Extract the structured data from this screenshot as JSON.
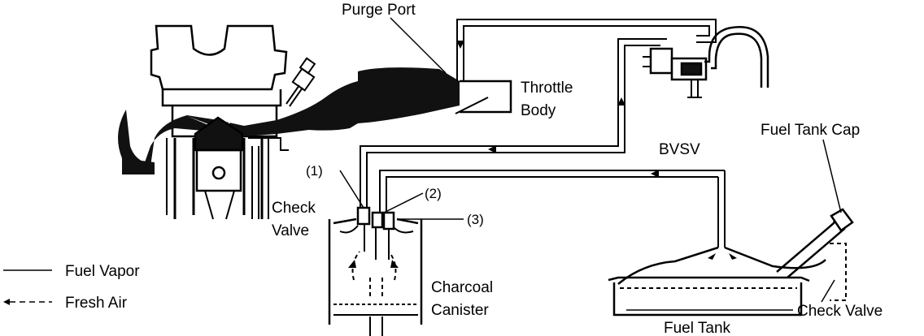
{
  "labels": {
    "purge_port": "Purge Port",
    "throttle_body_line1": "Throttle",
    "throttle_body_line2": "Body",
    "bvsv": "BVSV",
    "fuel_tank_cap": "Fuel Tank Cap",
    "port_1": "(1)",
    "port_2": "(2)",
    "port_3": "(3)",
    "check_valve_left_line1": "Check",
    "check_valve_left_line2": "Valve",
    "charcoal_canister_line1": "Charcoal",
    "charcoal_canister_line2": "Canister",
    "check_valve_right": "Check Valve",
    "fuel_tank": "Fuel Tank"
  },
  "legend": [
    {
      "label": "Fuel Vapor",
      "style": "solid"
    },
    {
      "label": "Fresh Air",
      "style": "dashed"
    }
  ]
}
